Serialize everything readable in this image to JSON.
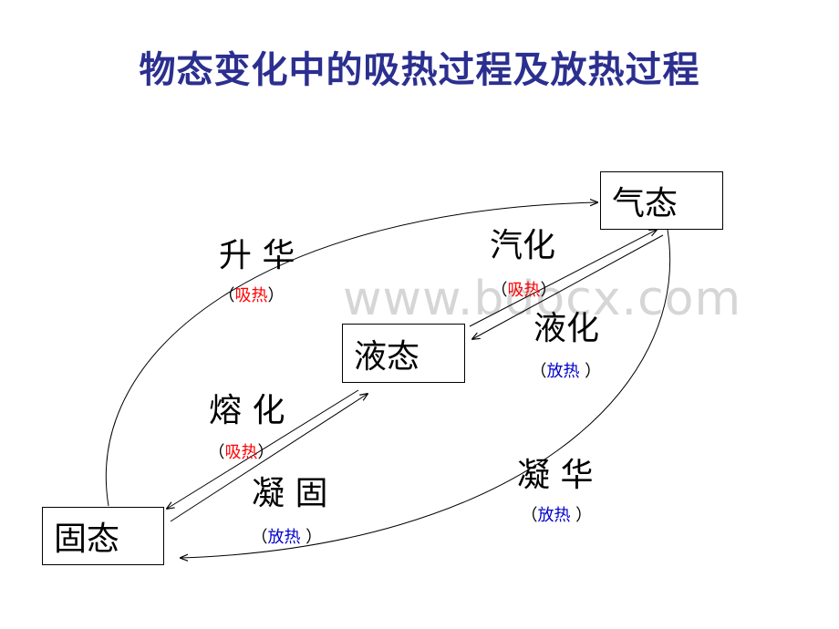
{
  "title": "物态变化中的吸热过程及放热过程",
  "watermark": "www.bdocx.com",
  "states": {
    "gas": "气态",
    "liquid": "液态",
    "solid": "固态"
  },
  "processes": {
    "sublimation": {
      "name": "升 华",
      "open": "（",
      "heat": "吸热",
      "close": "）"
    },
    "vaporization": {
      "name": "汽化",
      "open": "（",
      "heat": "吸热",
      "close": "）"
    },
    "liquefaction": {
      "name": "液化",
      "open": "（",
      "heat": "放热",
      "close": " ）"
    },
    "melting": {
      "name": "熔 化",
      "open": "（",
      "heat": "吸热",
      "close": "）"
    },
    "solidification": {
      "name": "凝 固",
      "open": "（",
      "heat": "放热",
      "close": " ）"
    },
    "deposition": {
      "name": "凝 华",
      "open": "（",
      "heat": "放热",
      "close": " ）"
    }
  },
  "colors": {
    "title": "#2b2f8f",
    "absorb_heat": "#ff0000",
    "release_heat": "#0000cc"
  }
}
